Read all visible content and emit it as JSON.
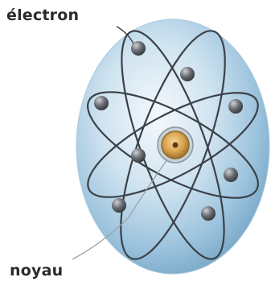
{
  "labels": {
    "electron": "électron",
    "noyau": "noyau"
  },
  "atom": {
    "electron_count": 8,
    "orbit_count": 4
  },
  "colors": {
    "sphere_light": "#eef6fb",
    "sphere_mid": "#bcd9ec",
    "sphere_dark": "#7fb2d3",
    "orbit": "#3c4148",
    "electron": "#5b5d62",
    "nucleus_core": "#e3b25a",
    "nucleus_ring": "#8a6a2e",
    "label_text": "#2b2b2b"
  },
  "icons": {
    "atom": "atom-illustration"
  }
}
